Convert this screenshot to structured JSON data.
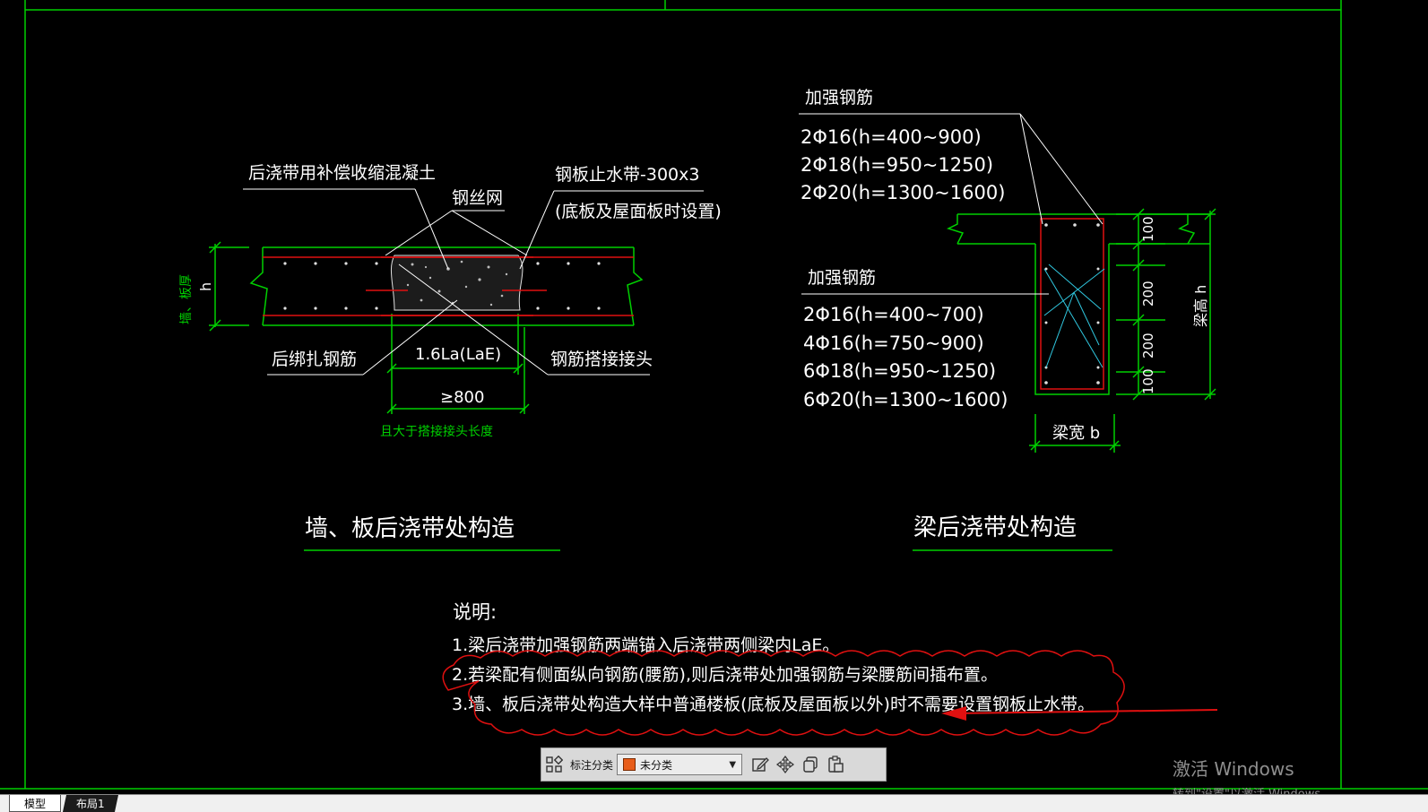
{
  "drawing": {
    "left_detail": {
      "label_concrete": "后浇带用补偿收缩混凝土",
      "label_mesh": "钢丝网",
      "label_waterstop": "钢板止水带-300x3",
      "label_waterstop_note": "(底板及屋面板时设置)",
      "label_thickness": "墙、板厚",
      "label_h": "h",
      "label_rebar_tie": "后绑扎钢筋",
      "label_lap_joint": "钢筋搭接接头",
      "dim_lap": "1.6La(LaE)",
      "dim_min": "≥800",
      "dim_note": "且大于搭接接头长度",
      "title": "墙、板后浇带处构造"
    },
    "right_detail": {
      "label_reinf_top": "加强钢筋",
      "top_specs": [
        "2Φ16(h=400~900)",
        "2Φ18(h=950~1250)",
        "2Φ20(h=1300~1600)"
      ],
      "label_reinf_side": "加强钢筋",
      "side_specs": [
        "2Φ16(h=400~700)",
        "4Φ16(h=750~900)",
        "6Φ18(h=950~1250)",
        "6Φ20(h=1300~1600)"
      ],
      "dims": [
        "100",
        "200",
        "200",
        "100"
      ],
      "label_beam_h": "梁高 h",
      "label_beam_b": "梁宽 b",
      "title": "梁后浇带处构造"
    },
    "notes": {
      "heading": "说明:",
      "items": [
        "1.梁后浇带加强钢筋两端锚入后浇带两侧梁内LaE。",
        "2.若梁配有侧面纵向钢筋(腰筋),则后浇带处加强钢筋与梁腰筋间插布置。",
        "3.墙、板后浇带处构造大样中普通楼板(底板及屋面板以外)时不需要设置钢板止水带。"
      ]
    }
  },
  "toolbar": {
    "label": "标注分类",
    "selected": "未分类",
    "swatch_color": "#e85d1a",
    "icons": [
      "grid-icon",
      "edit-icon",
      "move-icon",
      "copy-icon",
      "paste-icon"
    ]
  },
  "tabs": [
    {
      "label": "模型"
    },
    {
      "label": "布局1"
    }
  ],
  "watermark": {
    "line1": "激活 Windows",
    "line2": "转到\"设置\"以激活 Windows。"
  },
  "colors": {
    "green": "#00d000",
    "white": "#ffffff",
    "red": "#e01010",
    "cyan": "#30c8e0"
  }
}
